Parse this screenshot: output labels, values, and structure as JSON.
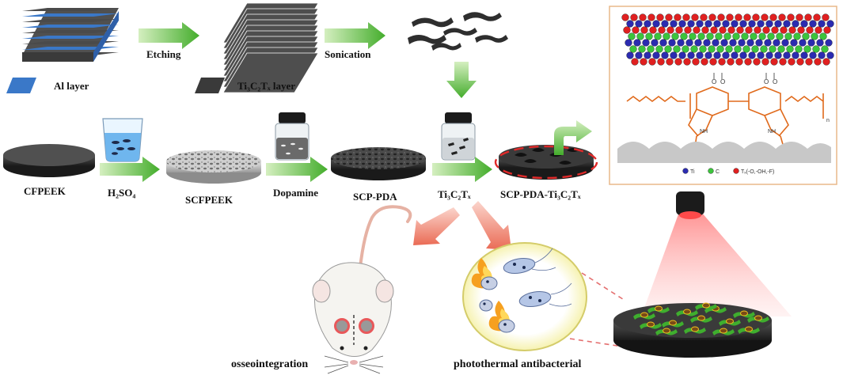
{
  "labels": {
    "al_layer": "Al layer",
    "ti3c2tx_layer": "Ti₃C₂Tₓ layer",
    "etching": "Etching",
    "sonication": "Sonication",
    "cfpeek": "CFPEEK",
    "h2so4": "H₂SO₄",
    "scfpeek": "SCFPEEK",
    "dopamine": "Dopamine",
    "scp_pda": "SCP-PDA",
    "ti3c2tx": "Ti₃C₂Tₓ",
    "scp_pda_ti3c2tx": "SCP-PDA-Ti₃C₂Tₓ",
    "osseointegration": "osseointegration",
    "photothermal": "photothermal antibacterial"
  },
  "structure": {
    "nh_label": "NH",
    "n_label": "n",
    "legend": [
      "Ti",
      "C",
      "Tₓ(-O,-OH,-F)"
    ]
  },
  "colors": {
    "ti_atom": "#2b2bb0",
    "c_atom": "#3cc43c",
    "tx_atom": "#e02020",
    "pda_chain": "#e06a1c",
    "arrow_green": "#4db832",
    "arrow_red": "#ee7b6a",
    "al_blue": "#3a78c8",
    "mxene_dark": "#3a3a3a"
  }
}
